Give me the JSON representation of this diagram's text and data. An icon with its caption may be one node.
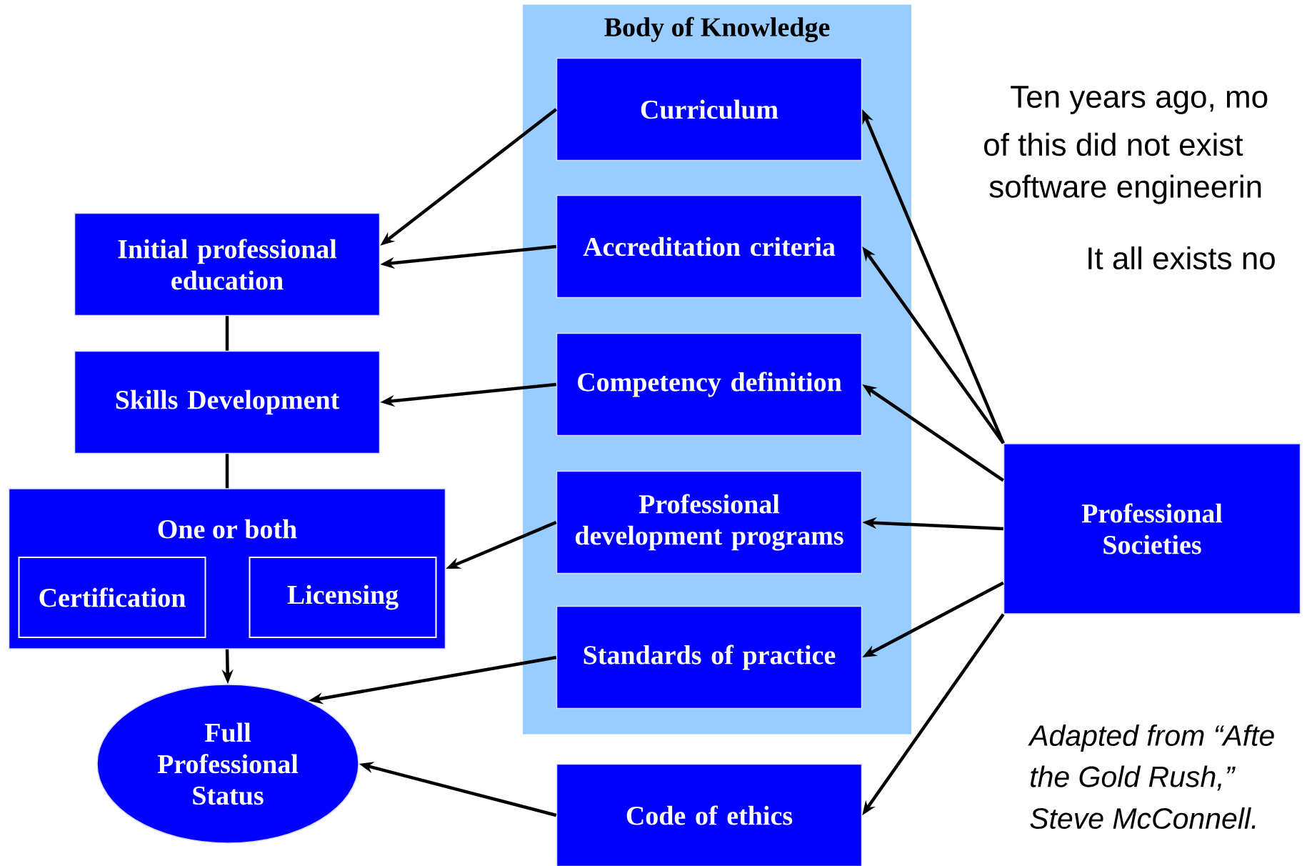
{
  "diagram": {
    "nodes": [
      {
        "text": [
          "Body of Knowledge"
        ]
      },
      {
        "text": [
          "Curriculum"
        ],
        "in": 0
      },
      {
        "text": [
          "Accreditation criteria"
        ],
        "in": 0
      },
      {
        "text": [
          "Competency definition"
        ],
        "in": 0
      },
      {
        "text": [
          "Professional development programs"
        ],
        "in": 0
      },
      {
        "text": [
          "Standards of practice"
        ],
        "in": 0
      },
      {
        "text": [
          "Initial professional education"
        ]
      },
      {
        "text": [
          "Skills Development"
        ]
      },
      {
        "text": [
          "One or both"
        ]
      },
      {
        "text": [
          "Certification"
        ],
        "in": 8
      },
      {
        "text": [
          "Licensing"
        ],
        "in": 8
      },
      {
        "text": [
          "Full Professional Status"
        ]
      },
      {
        "text": [
          "Code of ethics"
        ]
      },
      {
        "text": [
          "Professional Societies"
        ]
      }
    ],
    "edges": [
      {
        "from": 1,
        "to": 6,
        "arrow": "to"
      },
      {
        "from": 2,
        "to": 6,
        "arrow": "to"
      },
      {
        "from": 3,
        "to": 7,
        "arrow": "to"
      },
      {
        "from": 4,
        "to": 8,
        "arrow": "to"
      },
      {
        "from": 5,
        "to": 11,
        "arrow": "to"
      },
      {
        "from": 12,
        "to": 11,
        "arrow": "to"
      },
      {
        "from": 6,
        "to": 7,
        "arrow": "none"
      },
      {
        "from": 7,
        "to": 8,
        "arrow": "none"
      },
      {
        "from": 8,
        "to": 11,
        "arrow": "to"
      },
      {
        "from": 13,
        "to": 1,
        "arrow": "to"
      },
      {
        "from": 13,
        "to": 2,
        "arrow": "to"
      },
      {
        "from": 13,
        "to": 3,
        "arrow": "to"
      },
      {
        "from": 13,
        "to": 4,
        "arrow": "to"
      },
      {
        "from": 13,
        "to": 5,
        "arrow": "to"
      },
      {
        "from": 13,
        "to": 12,
        "arrow": "to"
      }
    ],
    "labels": [
      "Ten years ago, mo",
      "of this did not exist",
      "software engineerin",
      "It all exists no",
      "Adapted from “Afte",
      "the Gold Rush,”",
      "Steve McConnell."
    ]
  }
}
